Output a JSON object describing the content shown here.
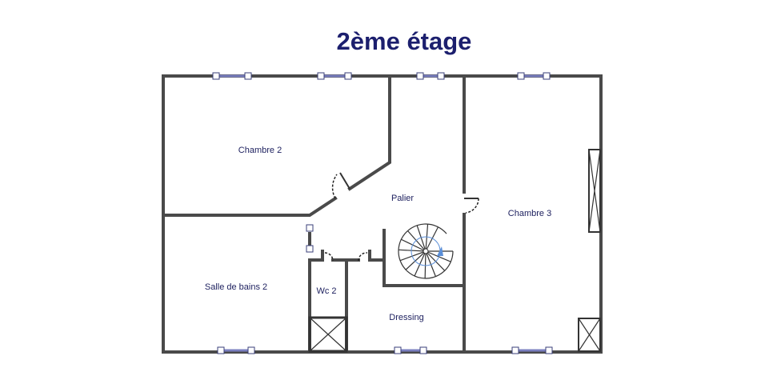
{
  "title": "2ème étage",
  "rooms": {
    "chambre2": "Chambre 2",
    "palier": "Palier",
    "chambre3": "Chambre 3",
    "salle_de_bains2": "Salle de bains 2",
    "wc2": "Wc 2",
    "dressing": "Dressing"
  },
  "colors": {
    "title": "#1c1f6e",
    "wall": "#4a4a4a",
    "window": "#7a7fc0",
    "stair_arrow": "#5b8fd8"
  }
}
